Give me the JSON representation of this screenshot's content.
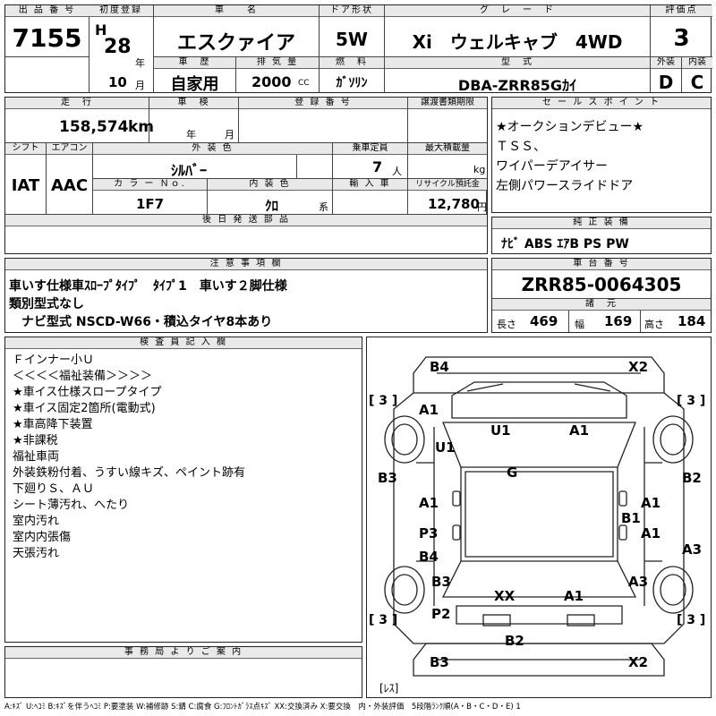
{
  "top": {
    "lot_label": "出 品 番 号",
    "lot": "7155",
    "reg_label": "初度登録",
    "era": "H",
    "reg_year": "28",
    "year_unit": "年",
    "reg_month": "10",
    "month_unit": "月",
    "name_label": "車　　名",
    "name": "エスクァイア",
    "door_label": "ドア形状",
    "door": "5W",
    "grade_label": "グ　レ　ー　ド",
    "grade": "Xi　ウェルキャブ　4WD",
    "score_label": "評価点",
    "score": "3",
    "history_label": "車　歴",
    "history": "自家用",
    "disp_label": "排 気 量",
    "disp": "2000",
    "disp_unit": "CC",
    "fuel_label": "燃　料",
    "fuel": "ｶﾞｿﾘﾝ",
    "model_label": "型　式",
    "model": "DBA-ZRR85Gｶｲ",
    "ext_label": "外装",
    "ext": "D",
    "int_label": "内装",
    "int": "C"
  },
  "mid": {
    "mileage_label": "走　行",
    "mileage": "158,574",
    "mileage_unit": "km",
    "inspection_label": "車　検",
    "year_unit": "年",
    "month_unit": "月",
    "regno_label": "登 録 番 号",
    "transfer_label": "譲渡書類期限",
    "shift_label": "シフト",
    "shift": "IAT",
    "ac_label": "エアコン",
    "ac": "AAC",
    "color_label": "外 装 色",
    "color": "ｼﾙﾊﾞｰ",
    "capacity_label": "乗車定員",
    "capacity": "7",
    "capacity_unit": "人",
    "load_label": "最大積載量",
    "load_unit": "kg",
    "colorno_label": "カ ラ ー Ｎｏ.",
    "colorno": "1F7",
    "interior_label": "内 装 色",
    "interior": "ｸﾛ",
    "interior_unit": "系",
    "import_label": "輸 入 車",
    "recycle_label": "リサイクル預託金",
    "recycle": "12,780",
    "recycle_unit": "円",
    "parts_label": "後 日 発 送 部 品"
  },
  "sales": {
    "label": "セ ー ル ス ポ イ ン ト",
    "lines": [
      "★オークションデビュー★",
      "ＴＳＳ、",
      "ワイパーデアイサー",
      "左側パワースライドドア"
    ]
  },
  "equip": {
    "label": "純 正 装 備",
    "value": "ﾅﾋﾞ ABS ｴｱB PS PW"
  },
  "notes": {
    "label": "注 意 事 項 欄",
    "lines": [
      "車いす仕様車ｽﾛｰﾌﾟﾀｲﾌﾟ　ﾀｲﾌﾟ1　車いす２脚仕様",
      "類別型式なし",
      "　ナビ型式 NSCD-W66・積込タイヤ8本あり"
    ]
  },
  "chassis": {
    "label": "車 台 番 号",
    "value": "ZRR85-0064305",
    "dims_label": "諸　元",
    "len_label": "長さ",
    "len": "469",
    "wid_label": "幅",
    "wid": "169",
    "hgt_label": "高さ",
    "hgt": "184"
  },
  "inspector": {
    "label": "検 査 員 記 入 欄",
    "lines": [
      "Ｆインナー小Ｕ",
      "＜＜＜＜福祉装備＞＞＞＞",
      "★車イス仕様スロープタイプ",
      "★車イス固定2箇所(電動式)",
      "★車高降下装置",
      "★非課税",
      "福祉車両",
      "外装鉄粉付着、うすい線キズ、ペイント跡有",
      "下廻りＳ、ＡＵ",
      "シート薄汚れ、へたり",
      "室内汚れ",
      "室内内張傷",
      "天張汚れ"
    ]
  },
  "office": {
    "label": "事 務 局 よ り ご 案 内"
  },
  "diagram": {
    "marks": [
      "B4",
      "X2",
      "A1",
      "U1",
      "A1",
      "U1",
      "G",
      "B3",
      "B2",
      "A1",
      "A1",
      "B1",
      "P3",
      "A1",
      "B4",
      "A3",
      "B3",
      "A3",
      "XX",
      "A1",
      "P2",
      "B2",
      "B3",
      "X2"
    ],
    "tires": [
      "[ 3 ]",
      "[ 3 ]",
      "[ 3 ]",
      "[ 3 ]"
    ],
    "spare": "[ﾚｽ]"
  },
  "legend": "A:ｷｽﾞ U:ﾍｺﾐ B:ｷｽﾞを伴うﾍｺﾐ P:要塗装 W:補修跡 S:錆 C:腐食 G:ﾌﾛﾝﾄｶﾞﾗｽ点ｷｽﾞ XX:交換済み X:要交換　内・外装評価　5段階ﾗﾝｸ順(A・B・C・D・E) 1"
}
